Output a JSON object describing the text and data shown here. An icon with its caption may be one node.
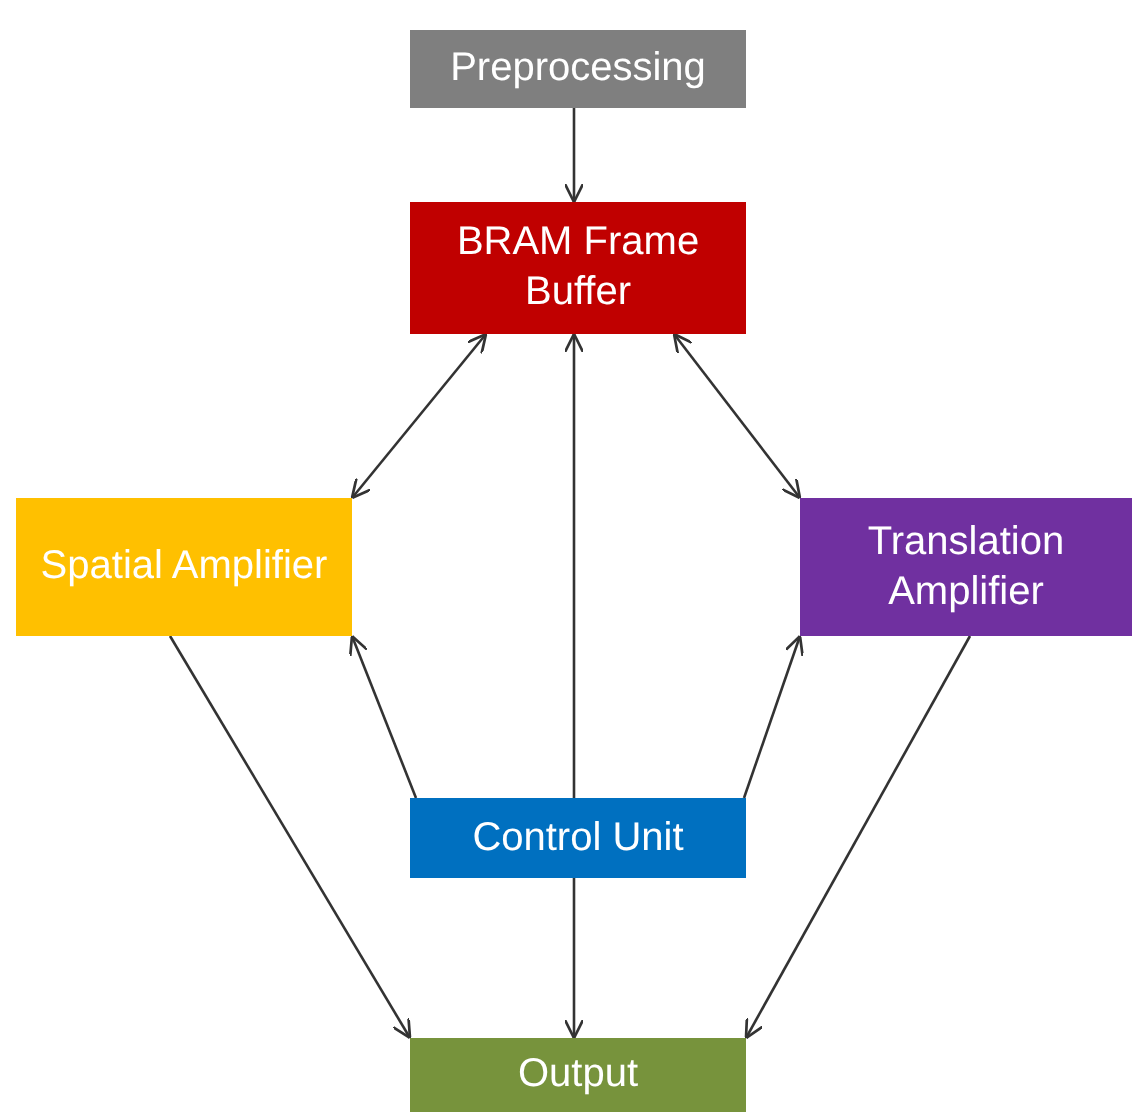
{
  "diagram": {
    "nodes": [
      {
        "text": [
          "Preprocessing"
        ]
      },
      {
        "text": [
          "BRAM Frame Buffer"
        ]
      },
      {
        "text": [
          "Spatial Amplifier"
        ]
      },
      {
        "text": [
          "Translation Amplifier"
        ]
      },
      {
        "text": [
          "Control Unit"
        ]
      },
      {
        "text": [
          "Output"
        ]
      }
    ],
    "edges": [
      {
        "from": 0,
        "to": 1,
        "arrow": "to"
      },
      {
        "from": 1,
        "to": 2,
        "arrow": "both"
      },
      {
        "from": 1,
        "to": 3,
        "arrow": "both"
      },
      {
        "from": 4,
        "to": 1,
        "arrow": "to"
      },
      {
        "from": 4,
        "to": 2,
        "arrow": "to"
      },
      {
        "from": 4,
        "to": 3,
        "arrow": "to"
      },
      {
        "from": 2,
        "to": 5,
        "arrow": "to"
      },
      {
        "from": 3,
        "to": 5,
        "arrow": "to"
      },
      {
        "from": 4,
        "to": 5,
        "arrow": "to"
      }
    ]
  }
}
